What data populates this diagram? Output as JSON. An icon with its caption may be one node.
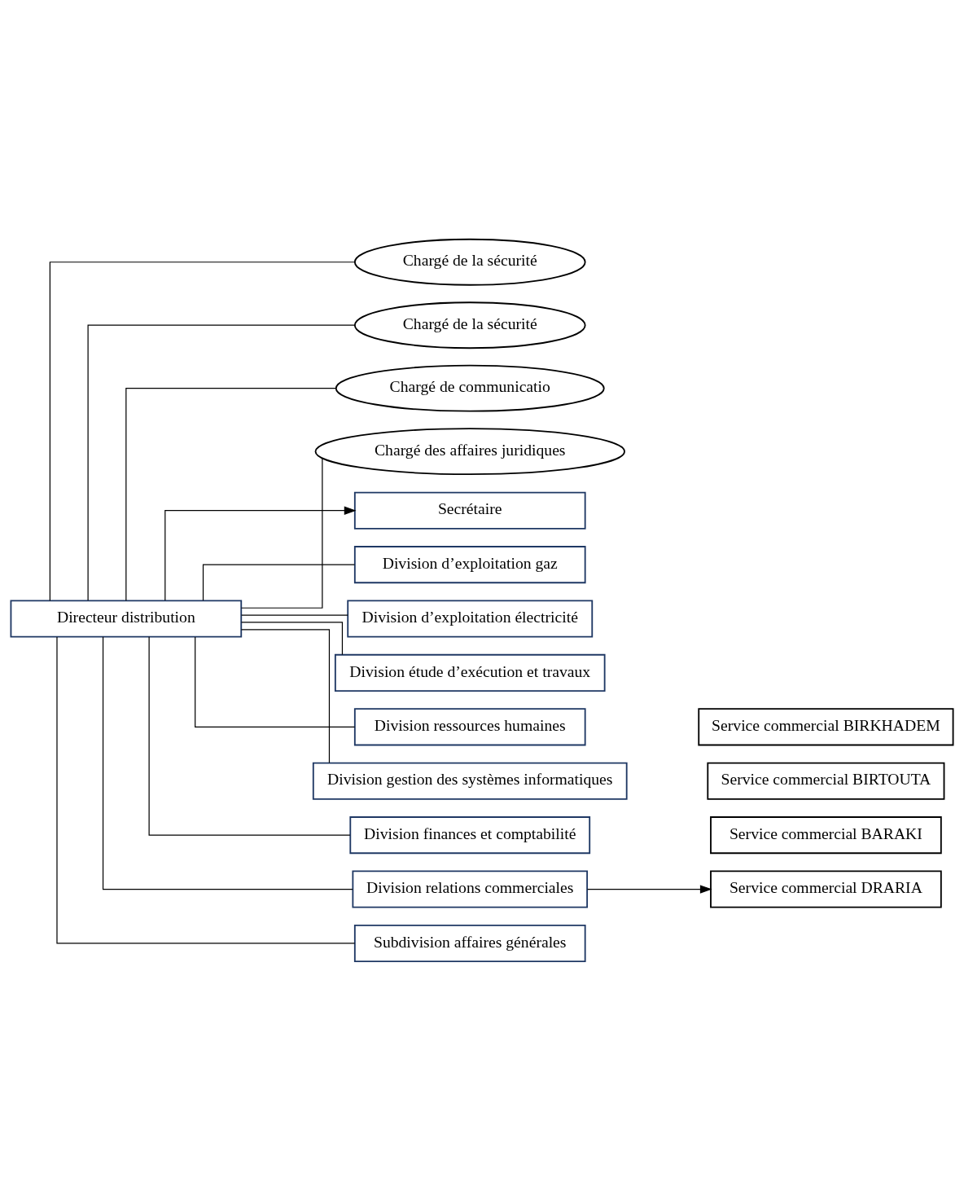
{
  "diagram": {
    "nodes": [
      {
        "text": [
          "Directeur distribution"
        ]
      },
      {
        "text": [
          "Chargé de la sécurité"
        ]
      },
      {
        "text": [
          "Chargé de la sécurité"
        ]
      },
      {
        "text": [
          "Chargé de communicatio"
        ]
      },
      {
        "text": [
          "Chargé des affaires juridiques"
        ]
      },
      {
        "text": [
          "Secrétaire"
        ]
      },
      {
        "text": [
          "Division d’exploitation gaz"
        ]
      },
      {
        "text": [
          "Division d’exploitation électricité"
        ]
      },
      {
        "text": [
          "Division étude d’exécution et travaux"
        ]
      },
      {
        "text": [
          "Division ressources humaines"
        ]
      },
      {
        "text": [
          "Division gestion des systèmes informatiques"
        ]
      },
      {
        "text": [
          "Division finances et comptabilité"
        ]
      },
      {
        "text": [
          "Service commercial DRARIA"
        ]
      },
      {
        "text": [
          "Division relations commerciales"
        ]
      },
      {
        "text": [
          "Service commercial BARAKI"
        ]
      },
      {
        "text": [
          "Service commercial BIRTOUTA"
        ]
      },
      {
        "text": [
          "Service commercial BIRKHADEM"
        ]
      },
      {
        "text": [
          "Subdivision affaires générales"
        ]
      }
    ],
    "edges": [
      {
        "from": 0,
        "to": 5,
        "arrow": "to"
      },
      {
        "from": 0,
        "to": 1,
        "arrow": "none"
      },
      {
        "from": 0,
        "to": 2,
        "arrow": "none"
      },
      {
        "from": 0,
        "to": 6,
        "arrow": "none"
      },
      {
        "from": 0,
        "to": 7,
        "arrow": "none"
      },
      {
        "from": 0,
        "to": 3,
        "arrow": "none"
      },
      {
        "from": 0,
        "to": 8,
        "arrow": "none"
      },
      {
        "from": 0,
        "to": 9,
        "arrow": "none"
      },
      {
        "from": 0,
        "to": 4,
        "arrow": "none"
      },
      {
        "from": 0,
        "to": 10,
        "arrow": "none"
      },
      {
        "from": 0,
        "to": 11,
        "arrow": "none"
      },
      {
        "from": 13,
        "to": 12,
        "arrow": "to"
      },
      {
        "from": 0,
        "to": 13,
        "arrow": "none"
      },
      {
        "from": 0,
        "to": 17,
        "arrow": "none"
      }
    ]
  }
}
